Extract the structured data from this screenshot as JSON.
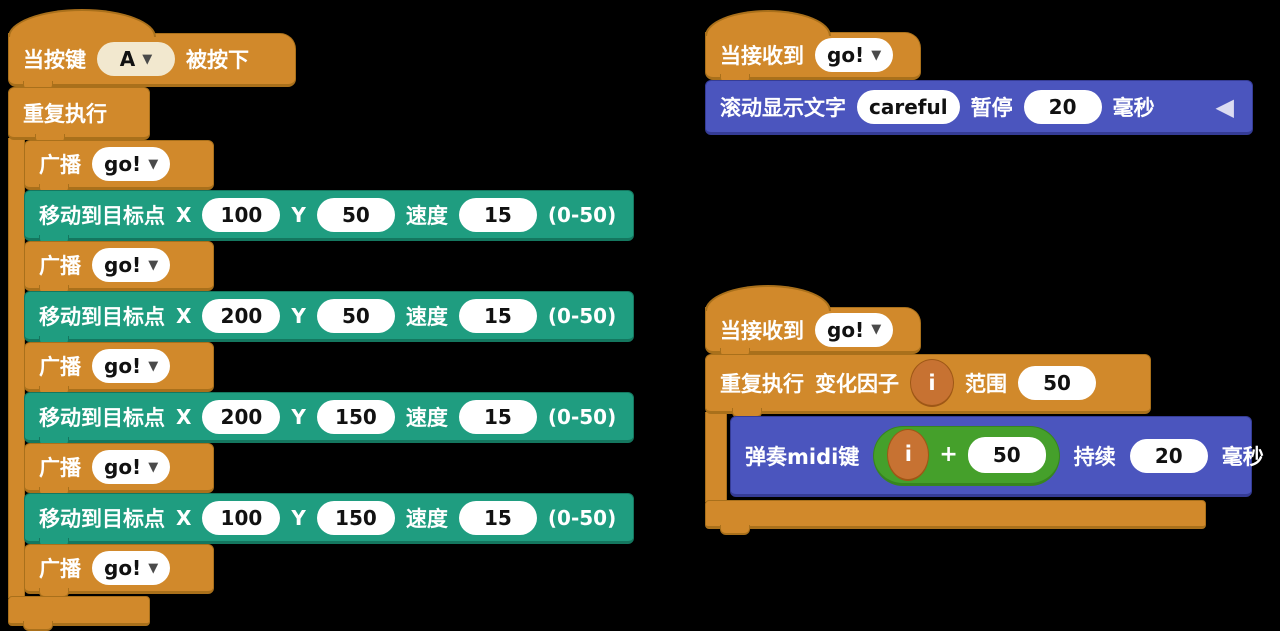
{
  "icons": {
    "dropdown": "▼",
    "collapse": "◀"
  },
  "colors": {
    "background": "#000000",
    "orange_fill": "#D1892B",
    "orange_border": "#A9701B",
    "teal_fill": "#1F9D80",
    "teal_border": "#14775F",
    "blue_fill": "#4B55BE",
    "blue_border": "#353C96",
    "green_fill": "#45A02B",
    "green_border": "#37851F",
    "variable_fill": "#C77232",
    "variable_border": "#9E5716",
    "field_cream": "#F2E8CF",
    "field_white": "#FFFFFF"
  },
  "left_stack": {
    "hat": {
      "label_before": "当按键",
      "key": "A",
      "label_after": "被按下"
    },
    "repeat_label": "重复执行",
    "broadcast": {
      "label": "广播",
      "value": "go!"
    },
    "move_labels": {
      "label": "移动到目标点",
      "x": "X",
      "y": "Y",
      "speed": "速度",
      "hint": "(0-50)"
    },
    "moves": [
      {
        "x": "100",
        "y": "50",
        "speed": "15"
      },
      {
        "x": "200",
        "y": "50",
        "speed": "15"
      },
      {
        "x": "200",
        "y": "150",
        "speed": "15"
      },
      {
        "x": "100",
        "y": "150",
        "speed": "15"
      }
    ]
  },
  "top_right_stack": {
    "hat": {
      "label": "当接收到",
      "value": "go!"
    },
    "scroll": {
      "label": "滚动显示文字",
      "text": "careful",
      "pause_label": "暂停",
      "pause": "20",
      "unit": "毫秒"
    }
  },
  "bottom_right_stack": {
    "hat": {
      "label": "当接收到",
      "value": "go!"
    },
    "repeat": {
      "label": "重复执行",
      "factor_label": "变化因子",
      "variable": "i",
      "range_label": "范围",
      "range": "50"
    },
    "midi": {
      "label": "弹奏midi键",
      "variable": "i",
      "operator": "+",
      "addend": "50",
      "duration_label": "持续",
      "duration": "20",
      "unit": "毫秒"
    }
  }
}
